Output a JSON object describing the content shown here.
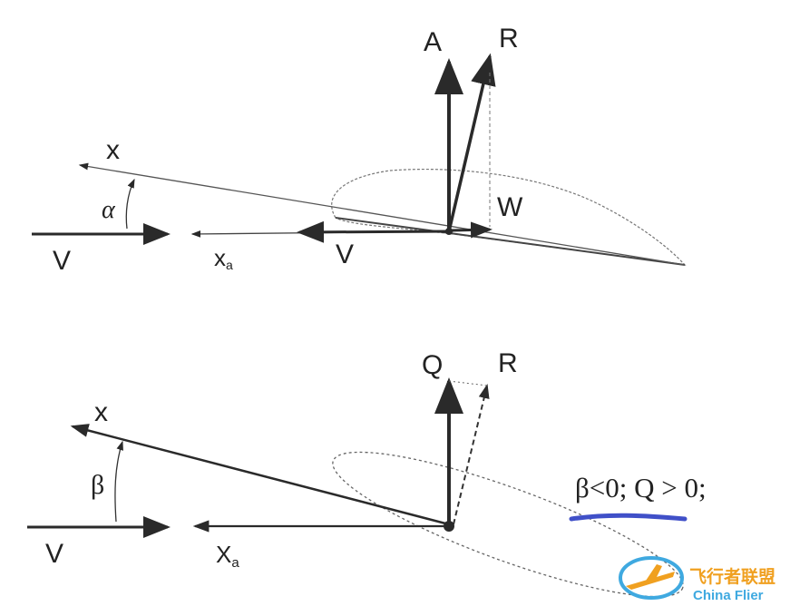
{
  "top_diagram": {
    "labels": {
      "lift": "A",
      "resultant": "R",
      "drag": "W",
      "body_axis": "x",
      "wind_axis": "x",
      "wind_axis_subscript": "a",
      "velocity_left": "V",
      "velocity_center": "V",
      "angle": "α"
    }
  },
  "bottom_diagram": {
    "labels": {
      "side_force": "Q",
      "resultant": "R",
      "body_axis": "x",
      "wind_axis": "X",
      "wind_axis_subscript": "a",
      "velocity": "V",
      "angle": "β"
    },
    "annotation": "β<0; Q > 0;"
  },
  "watermark": {
    "cn_text": "飞行者联盟",
    "en_text": "China Flier",
    "colors": {
      "accent": "#f0a020",
      "blue": "#3fa9e0",
      "underline": "#4050c8"
    }
  }
}
